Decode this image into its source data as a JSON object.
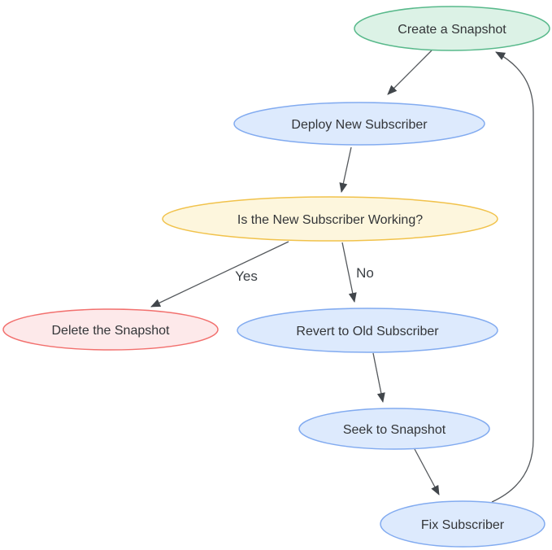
{
  "diagram": {
    "type": "flowchart",
    "background": "#ffffff",
    "edge_stroke": "#54585c",
    "arrowhead_fill": "#41464b",
    "text_color": "#333538",
    "nodes": [
      {
        "id": "create",
        "label": "Create a Snapshot",
        "shape": "ellipse",
        "fill": "#dcf2e6",
        "stroke": "#58b98b"
      },
      {
        "id": "deploy",
        "label": "Deploy New Subscriber",
        "shape": "ellipse",
        "fill": "#ddeafd",
        "stroke": "#82abf0"
      },
      {
        "id": "working",
        "label": "Is the New Subscriber Working?",
        "shape": "ellipse",
        "fill": "#fdf6dd",
        "stroke": "#f1c24b"
      },
      {
        "id": "delete",
        "label": "Delete the Snapshot",
        "shape": "ellipse",
        "fill": "#fde9ea",
        "stroke": "#f2706e"
      },
      {
        "id": "revert",
        "label": "Revert to Old Subscriber",
        "shape": "ellipse",
        "fill": "#ddeafd",
        "stroke": "#82abf0"
      },
      {
        "id": "seek",
        "label": "Seek to Snapshot",
        "shape": "ellipse",
        "fill": "#ddeafd",
        "stroke": "#82abf0"
      },
      {
        "id": "fix",
        "label": "Fix Subscriber",
        "shape": "ellipse",
        "fill": "#ddeafd",
        "stroke": "#82abf0"
      }
    ],
    "edges": [
      {
        "from": "create",
        "to": "deploy",
        "label": ""
      },
      {
        "from": "deploy",
        "to": "working",
        "label": ""
      },
      {
        "from": "working",
        "to": "delete",
        "label": "Yes"
      },
      {
        "from": "working",
        "to": "revert",
        "label": "No"
      },
      {
        "from": "revert",
        "to": "seek",
        "label": ""
      },
      {
        "from": "seek",
        "to": "fix",
        "label": ""
      },
      {
        "from": "fix",
        "to": "create",
        "label": ""
      }
    ]
  }
}
